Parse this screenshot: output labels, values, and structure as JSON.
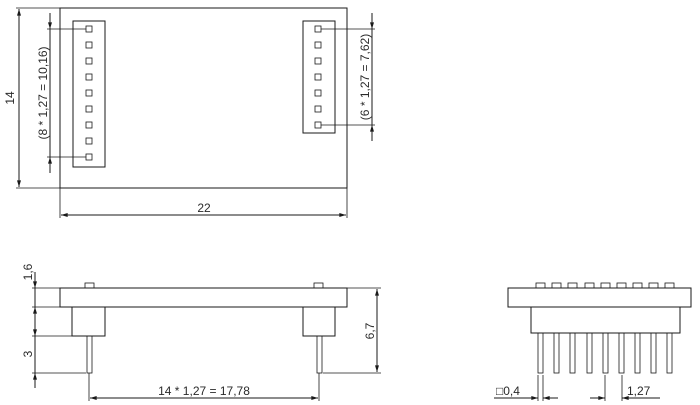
{
  "drawing": {
    "top_view": {
      "width_label": "22",
      "height_label": "14",
      "left_header_label": "(8 * 1,27 = 10,16)",
      "right_header_label": "(6 * 1,27 = 7,62)",
      "left_header_pins": 9,
      "right_header_pins": 7
    },
    "side_view": {
      "body_height_label": "1,6",
      "pin_length_label": "3",
      "total_height_label": "6,7",
      "pin_span_label": "14 * 1,27 = 17,78"
    },
    "end_view": {
      "pin_size_label": "□0,4",
      "pin_pitch_label": "1,27",
      "pin_count": 9
    }
  }
}
